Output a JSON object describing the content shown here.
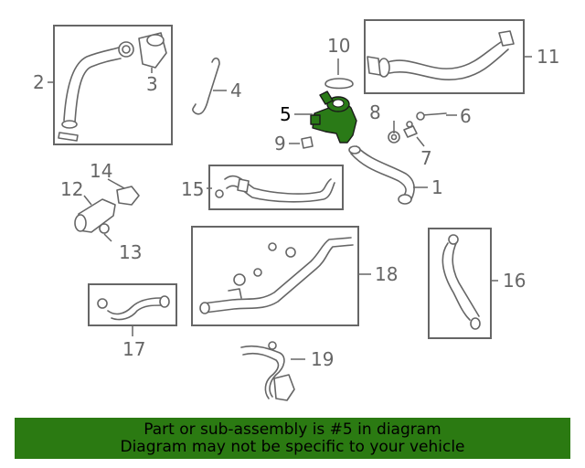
{
  "callouts": {
    "c1": "1",
    "c2": "2",
    "c3": "3",
    "c4": "4",
    "c5": "5",
    "c6": "6",
    "c7": "7",
    "c8": "8",
    "c9": "9",
    "c10": "10",
    "c11": "11",
    "c12": "12",
    "c13": "13",
    "c14": "14",
    "c15": "15",
    "c16": "16",
    "c17": "17",
    "c18": "18",
    "c19": "19"
  },
  "highlighted_part": "5",
  "colors": {
    "highlight": "#2a7a17",
    "banner": "#2b7a12",
    "line": "#666666"
  },
  "banner": {
    "line1": "Part or sub-assembly is #5 in diagram",
    "line2": "Diagram may not be specific to your vehicle"
  }
}
